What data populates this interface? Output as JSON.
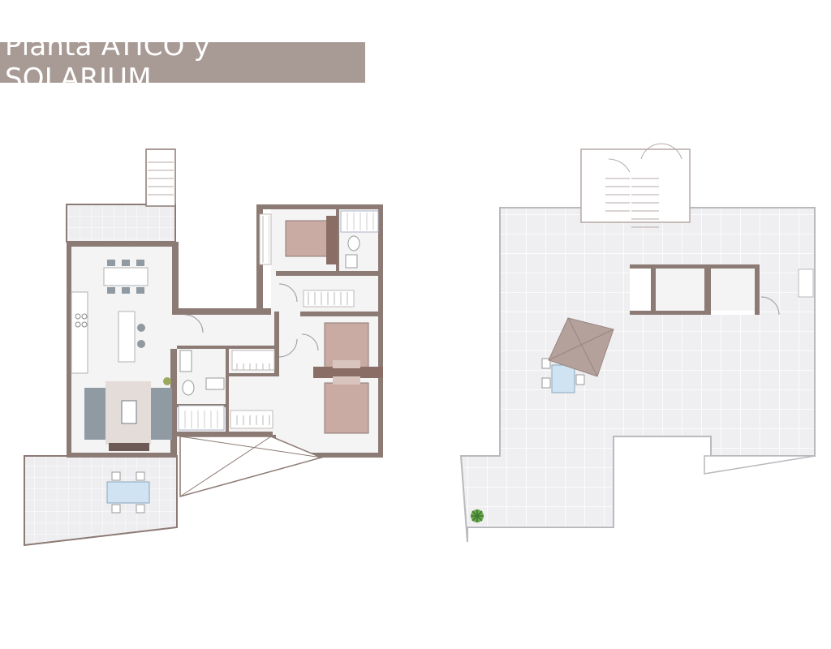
{
  "title": "Planta ÁTICO y SOLARIUM",
  "colors": {
    "title_bg": "#a89b96",
    "title_text": "#ffffff",
    "wall": "#8c7a74",
    "floor": "#f3f3f4",
    "terrace_tile": "#eeeef0",
    "bed": "#c8a8a0",
    "sofa": "#8f9aa3",
    "parasol": "#b4a19b"
  },
  "plans": [
    {
      "name": "atico"
    },
    {
      "name": "solarium"
    }
  ]
}
